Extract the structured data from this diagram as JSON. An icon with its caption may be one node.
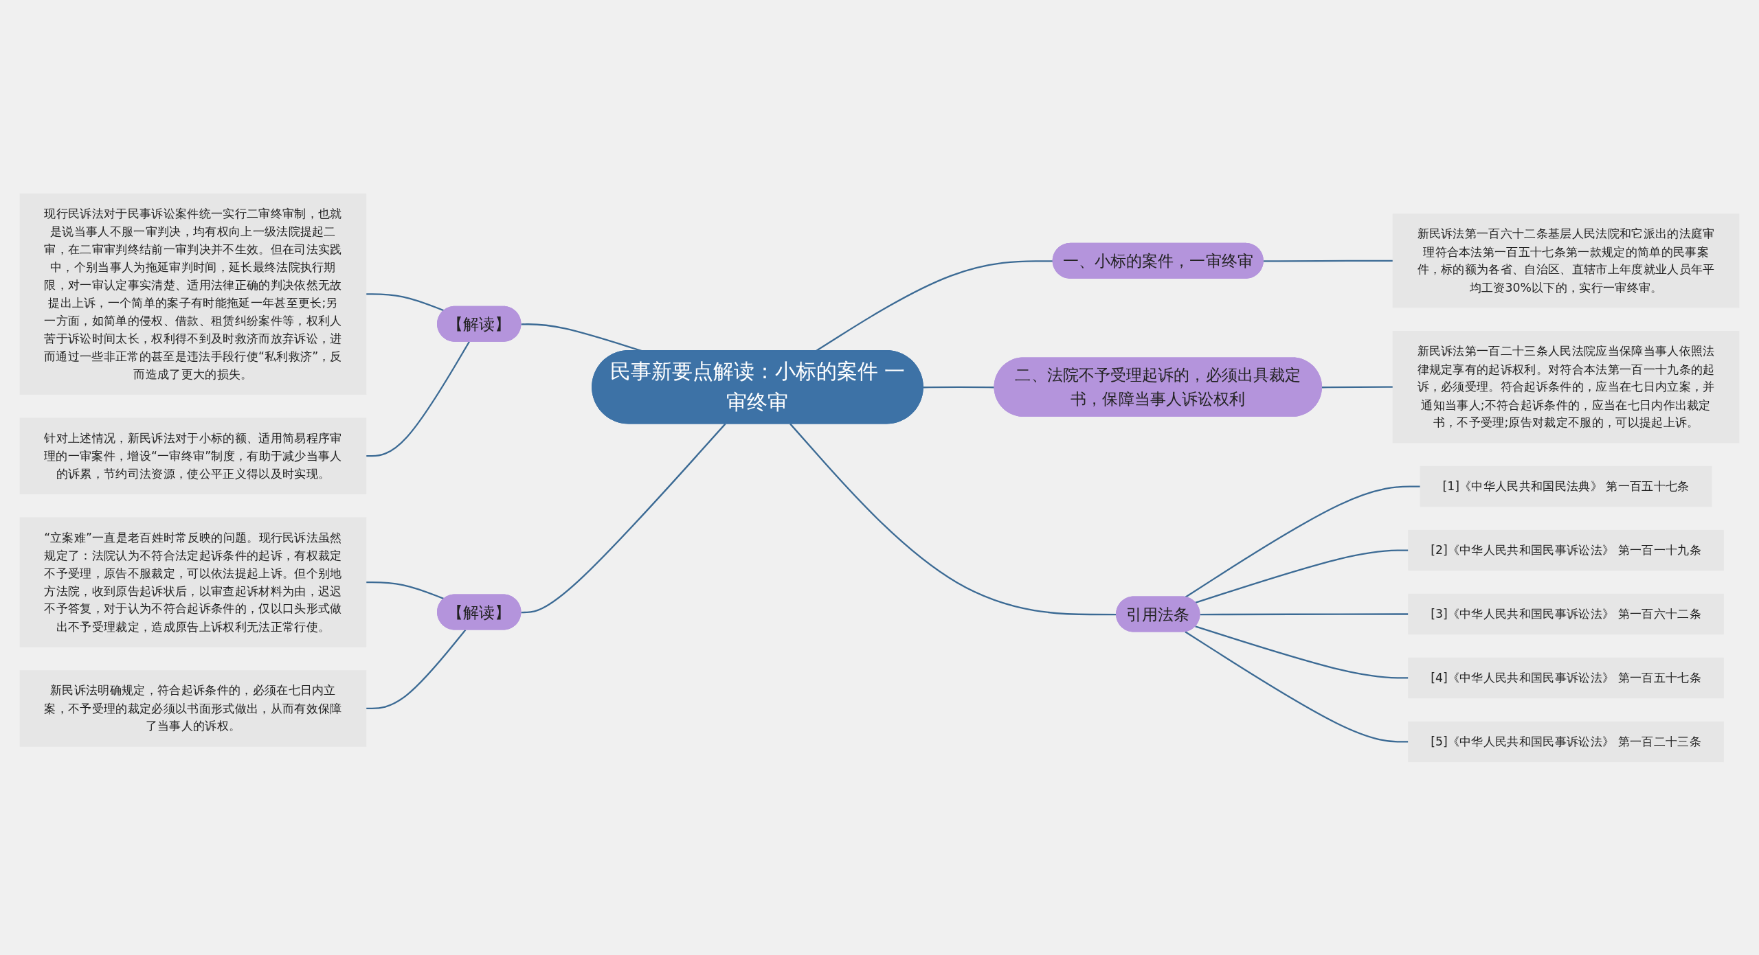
{
  "diagram": {
    "nodes": [
      {
        "text": [
          "民事新要点解读：小标的案件 一审终审"
        ]
      },
      {
        "text": [
          "一、小标的案件，一审终审"
        ]
      },
      {
        "text": [
          "新民诉法第一百六十二条基层人民法院和它派出的法庭审理符合本法第一百五十七条第一款规定的简单的民事案件，标的额为各省、自治区、直辖市上年度就业人员年平均工资30%以下的，实行一审终审。"
        ]
      },
      {
        "text": [
          "二、法院不予受理起诉的，必须出具裁定书，保障当事人诉讼权利"
        ]
      },
      {
        "text": [
          "新民诉法第一百二十三条人民法院应当保障当事人依照法律规定享有的起诉权利。对符合本法第一百一十九条的起诉，必须受理。符合起诉条件的，应当在七日内立案，并通知当事人;不符合起诉条件的，应当在七日内作出裁定书，不予受理;原告对裁定不服的，可以提起上诉。"
        ]
      },
      {
        "text": [
          "引用法条"
        ]
      },
      {
        "text": [
          "[1]《中华人民共和国民法典》 第一百五十七条"
        ]
      },
      {
        "text": [
          "[2]《中华人民共和国民事诉讼法》 第一百一十九条"
        ]
      },
      {
        "text": [
          "[3]《中华人民共和国民事诉讼法》 第一百六十二条"
        ]
      },
      {
        "text": [
          "[4]《中华人民共和国民事诉讼法》 第一百五十七条"
        ]
      },
      {
        "text": [
          "[5]《中华人民共和国民事诉讼法》 第一百二十三条"
        ]
      },
      {
        "text": [
          "【解读】"
        ]
      },
      {
        "text": [
          "现行民诉法对于民事诉讼案件统一实行二审终审制，也就是说当事人不服一审判决，均有权向上一级法院提起二审，在二审审判终结前一审判决并不生效。但在司法实践中，个别当事人为拖延审判时间，延长最终法院执行期限，对一审认定事实清楚、适用法律正确的判决依然无故提出上诉，一个简单的案子有时能拖延一年甚至更长;另一方面，如简单的侵权、借款、租赁纠纷案件等，权利人苦于诉讼时间太长，权利得不到及时救济而放弃诉讼，进而通过一些非正常的甚至是违法手段行使“私利救济”，反而造成了更大的损失。"
        ]
      },
      {
        "text": [
          "针对上述情况，新民诉法对于小标的额、适用简易程序审理的一审案件，增设“一审终审”制度，有助于减少当事人的诉累，节约司法资源，使公平正义得以及时实现。"
        ]
      },
      {
        "text": [
          "【解读】"
        ]
      },
      {
        "text": [
          "“立案难”一直是老百姓时常反映的问题。现行民诉法虽然规定了：法院认为不符合法定起诉条件的起诉，有权裁定不予受理，原告不服裁定，可以依法提起上诉。但个别地方法院，收到原告起诉状后，以审查起诉材料为由，迟迟不予答复，对于认为不符合起诉条件的，仅以口头形式做出不予受理裁定，造成原告上诉权利无法正常行使。"
        ]
      },
      {
        "text": [
          "新民诉法明确规定，符合起诉条件的，必须在七日内立案，不予受理的裁定必须以书面形式做出，从而有效保障了当事人的诉权。"
        ]
      }
    ],
    "edges": [
      {
        "from": 0,
        "to": 1,
        "arrow": "none"
      },
      {
        "from": 1,
        "to": 2,
        "arrow": "none"
      },
      {
        "from": 0,
        "to": 3,
        "arrow": "none"
      },
      {
        "from": 3,
        "to": 4,
        "arrow": "none"
      },
      {
        "from": 0,
        "to": 5,
        "arrow": "none"
      },
      {
        "from": 5,
        "to": 6,
        "arrow": "none"
      },
      {
        "from": 5,
        "to": 7,
        "arrow": "none"
      },
      {
        "from": 5,
        "to": 8,
        "arrow": "none"
      },
      {
        "from": 5,
        "to": 9,
        "arrow": "none"
      },
      {
        "from": 5,
        "to": 10,
        "arrow": "none"
      },
      {
        "from": 0,
        "to": 11,
        "arrow": "none"
      },
      {
        "from": 11,
        "to": 12,
        "arrow": "none"
      },
      {
        "from": 11,
        "to": 13,
        "arrow": "none"
      },
      {
        "from": 0,
        "to": 14,
        "arrow": "none"
      },
      {
        "from": 14,
        "to": 15,
        "arrow": "none"
      },
      {
        "from": 14,
        "to": 16,
        "arrow": "none"
      }
    ]
  }
}
